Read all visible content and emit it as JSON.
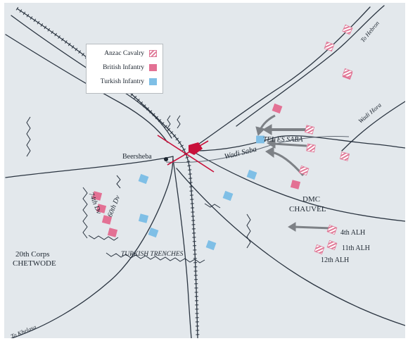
{
  "legend": {
    "items": [
      {
        "label": "Anzac Cavalry",
        "style": "hatched",
        "color": "#e07a98"
      },
      {
        "label": "British Infantry",
        "style": "solid",
        "color": "#e37194"
      },
      {
        "label": "Turkish Infantry",
        "style": "solid",
        "color": "#7fbfe6"
      }
    ]
  },
  "labels": {
    "beersheba": "Beersheba",
    "wadi_saba": "Wadi Saba",
    "tel_es_saba": "TEL ES SABA",
    "wadi_hora": "Wadi Hora",
    "to_hebron": "To Hebron",
    "to_khelasa": "To Khelasa",
    "dmc": "DMC",
    "chauvel": "CHAUVEL",
    "corps": "20th Corps",
    "chetwode": "CHETWODE",
    "turkish_trenches": "TURKISH TRENCHES",
    "div_74": "74th Dv",
    "div_60": "60th Dv",
    "alh_4": "4th ALH",
    "alh_11": "11th ALH",
    "alh_12": "12th ALH"
  },
  "colors": {
    "map_background": "#e3e8ec",
    "road": "#2a3440",
    "railway": "#2a3440",
    "trench": "#2a3440",
    "british": "#e37194",
    "anzac": "#e07a98",
    "turkish": "#7fbfe6",
    "hq_marker": "#c8103a",
    "arrow": "#7d8186"
  },
  "icons": [
    "town-dot-icon",
    "headquarters-flag-icon",
    "attack-arrow-icon",
    "railway-line-icon",
    "trench-line-icon"
  ]
}
